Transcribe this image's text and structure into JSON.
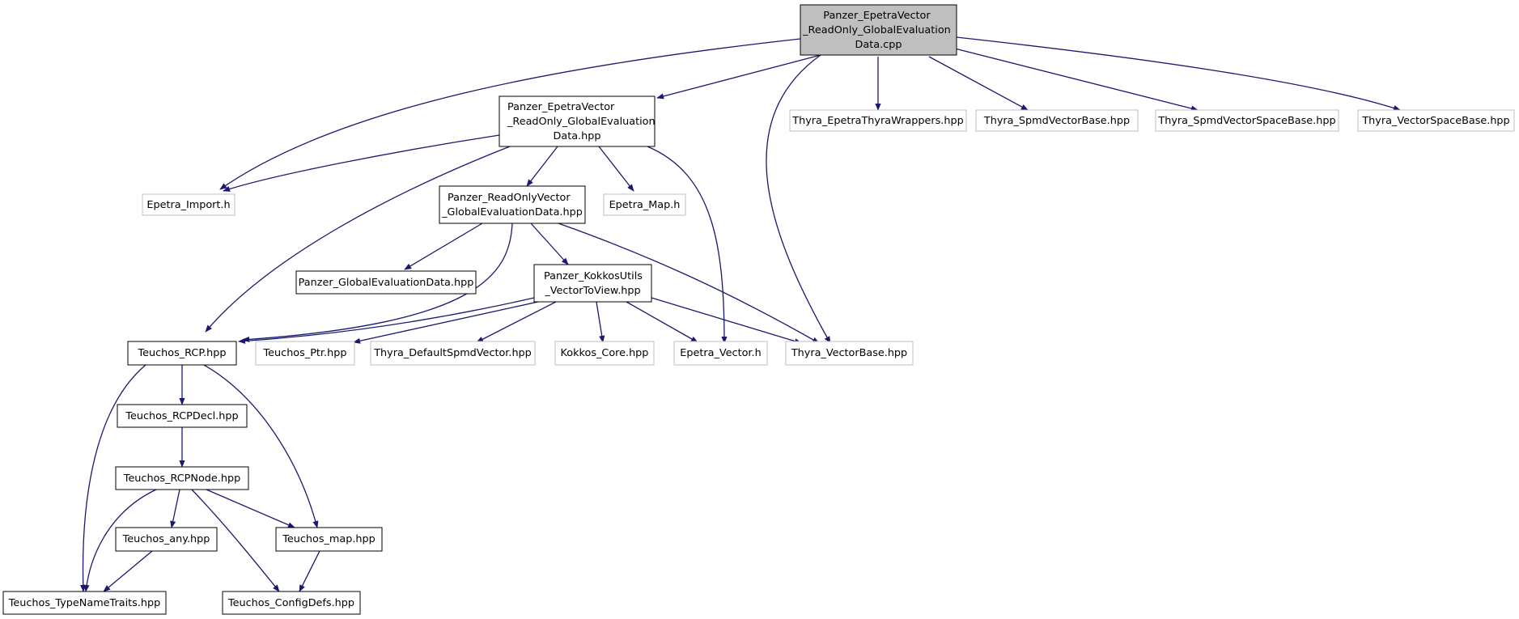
{
  "root": {
    "lines": [
      "Panzer_EpetraVector",
      "_ReadOnly_GlobalEvaluation",
      "Data.cpp"
    ]
  },
  "nodes": {
    "epetra_vec_hpp": {
      "lines": [
        "Panzer_EpetraVector",
        "_ReadOnly_GlobalEvaluation",
        "Data.hpp"
      ]
    },
    "thyra_wrappers": {
      "label": "Thyra_EpetraThyraWrappers.hpp"
    },
    "thyra_spmd_vb": {
      "label": "Thyra_SpmdVectorBase.hpp"
    },
    "thyra_spmd_vsb": {
      "label": "Thyra_SpmdVectorSpaceBase.hpp"
    },
    "thyra_vsb": {
      "label": "Thyra_VectorSpaceBase.hpp"
    },
    "epetra_import": {
      "label": "Epetra_Import.h"
    },
    "readonly_vec": {
      "lines": [
        "Panzer_ReadOnlyVector",
        "_GlobalEvaluationData.hpp"
      ]
    },
    "epetra_map": {
      "label": "Epetra_Map.h"
    },
    "global_eval": {
      "label": "Panzer_GlobalEvaluationData.hpp"
    },
    "kokkos_utils": {
      "lines": [
        "Panzer_KokkosUtils",
        "_VectorToView.hpp"
      ]
    },
    "teuchos_rcp": {
      "label": "Teuchos_RCP.hpp"
    },
    "teuchos_ptr": {
      "label": "Teuchos_Ptr.hpp"
    },
    "thyra_default_spmd": {
      "label": "Thyra_DefaultSpmdVector.hpp"
    },
    "kokkos_core": {
      "label": "Kokkos_Core.hpp"
    },
    "epetra_vector": {
      "label": "Epetra_Vector.h"
    },
    "thyra_vb": {
      "label": "Thyra_VectorBase.hpp"
    },
    "teuchos_rcpdecl": {
      "label": "Teuchos_RCPDecl.hpp"
    },
    "teuchos_rcpnode": {
      "label": "Teuchos_RCPNode.hpp"
    },
    "teuchos_any": {
      "label": "Teuchos_any.hpp"
    },
    "teuchos_map": {
      "label": "Teuchos_map.hpp"
    },
    "teuchos_typename": {
      "label": "Teuchos_TypeNameTraits.hpp"
    },
    "teuchos_config": {
      "label": "Teuchos_ConfigDefs.hpp"
    }
  },
  "colors": {
    "edge": "#191970",
    "root_fill": "#bfbfbf",
    "documented_border": "#000000",
    "external_border": "#bfbfbf"
  }
}
